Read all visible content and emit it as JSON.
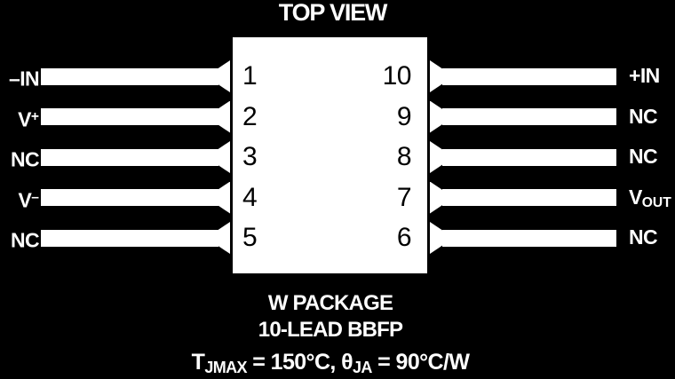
{
  "title": "TOP VIEW",
  "package": {
    "name": "W PACKAGE",
    "lead": "10-LEAD BBFP",
    "thermal": {
      "t_base": "T",
      "t_sub": "JMAX",
      "mid": " = 150°C, θ",
      "theta_sub": "JA",
      "end": " = 90°C/W"
    }
  },
  "ic": {
    "left_pins": [
      {
        "number": "1",
        "label": "–IN",
        "sup": "",
        "sub": ""
      },
      {
        "number": "2",
        "label": "V",
        "sup": "+",
        "sub": ""
      },
      {
        "number": "3",
        "label": "NC",
        "sup": "",
        "sub": ""
      },
      {
        "number": "4",
        "label": "V",
        "sup": "–",
        "sub": ""
      },
      {
        "number": "5",
        "label": "NC",
        "sup": "",
        "sub": ""
      }
    ],
    "right_pins": [
      {
        "number": "10",
        "label": "+IN",
        "sup": "",
        "sub": ""
      },
      {
        "number": "9",
        "label": "NC",
        "sup": "",
        "sub": ""
      },
      {
        "number": "8",
        "label": "NC",
        "sup": "",
        "sub": ""
      },
      {
        "number": "7",
        "label": "V",
        "sup": "",
        "sub": "OUT"
      },
      {
        "number": "6",
        "label": "NC",
        "sup": "",
        "sub": ""
      }
    ]
  },
  "colors": {
    "background": "#000000",
    "ink": "#ffffff",
    "body_fill": "#ffffff",
    "number_ink": "#000000"
  }
}
